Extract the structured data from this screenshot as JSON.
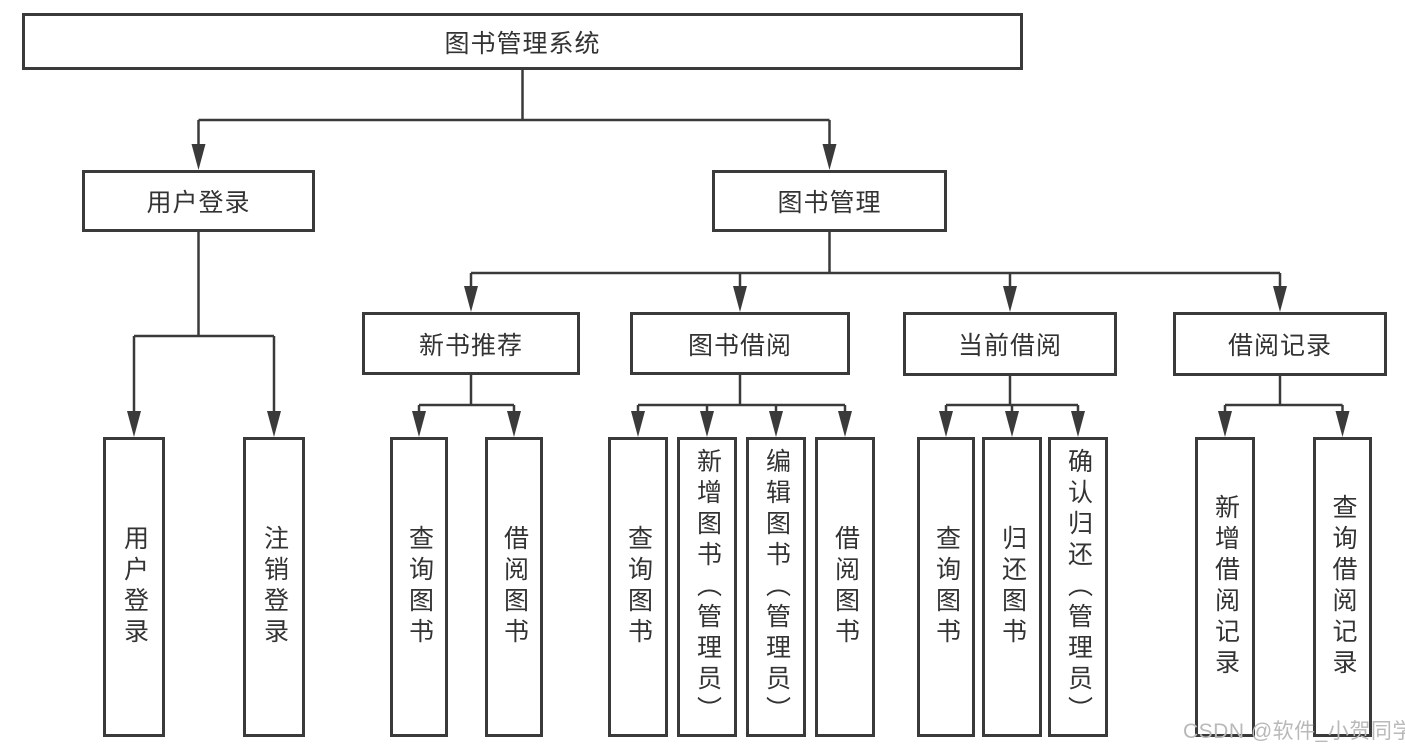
{
  "diagram": {
    "title": "图书管理系统",
    "colors": {
      "line": "#3a3a3a",
      "text": "#333333",
      "box_background": "#ffffff",
      "watermark": "#b9b9b9"
    },
    "root": {
      "label": "图书管理系统"
    },
    "user_login": {
      "label": "用户登录",
      "children": [
        {
          "label": "用户登录"
        },
        {
          "label": "注销登录"
        }
      ]
    },
    "book_management": {
      "label": "图书管理",
      "new_book_recommend": {
        "label": "新书推荐",
        "children": [
          {
            "label": "查询图书"
          },
          {
            "label": "借阅图书"
          }
        ]
      },
      "book_borrow": {
        "label": "图书借阅",
        "children": [
          {
            "label": "查询图书"
          },
          {
            "label": "新增图书（管理员）"
          },
          {
            "label": "编辑图书（管理员）"
          },
          {
            "label": "借阅图书"
          }
        ]
      },
      "current_borrow": {
        "label": "当前借阅",
        "children": [
          {
            "label": "查询图书"
          },
          {
            "label": "归还图书"
          },
          {
            "label": "确认归还（管理员）"
          }
        ]
      },
      "borrow_records": {
        "label": "借阅记录",
        "children": [
          {
            "label": "新增借阅记录"
          },
          {
            "label": "查询借阅记录"
          }
        ]
      }
    },
    "watermark": "CSDN @软件_小贺同学"
  }
}
